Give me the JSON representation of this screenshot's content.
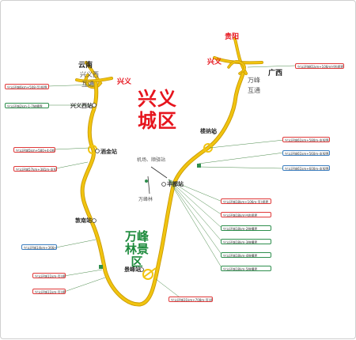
{
  "map_title": "兴义城区",
  "scenic_area": "万峰林景区",
  "places": {
    "yunnan": "云南",
    "xingyi_left": "兴义",
    "guiyang": "贵阳",
    "xingyi_right": "兴义",
    "guangxi": "广西",
    "airport": "机场、顺驿站",
    "wanfenglin_small": "万峰林"
  },
  "interchanges": {
    "xingyi_west_chars": [
      "兴",
      "义",
      "西"
    ],
    "huhtong_chars": [
      "互",
      "通"
    ],
    "wanfeng_chars": [
      "万",
      "峰"
    ],
    "huhtong2_chars": [
      "互",
      "通"
    ]
  },
  "stations": {
    "xingyi_west": "兴义西站",
    "jiujin": "酒金站",
    "dunnan": "敦南站",
    "fengbo": "丰都站",
    "jingfeng": "景峰站",
    "yangna": "楼纳站"
  },
  "labels": {
    "l1": "兴义环城6km+508-页)规界",
    "l2": "兴义环城2km-1-7隧槽界",
    "l3": "兴义环城5km+580+4-0规界",
    "l4": "兴义环城57km+381m-4(规界",
    "l5": "兴义环城14km+366m页规界",
    "l6": "兴义环城11km-页)规界",
    "l7": "兴义环城11km-页)规界",
    "l8": "兴义环城31km+708m-页)规界",
    "r1": "兴义环城61km+106m兴利规界",
    "r2": "兴义环城61km+580m-4(规界",
    "r3": "兴义环城61km+560m-4(规界",
    "r4": "兴义环城61km+600m-4(规界",
    "r5": "兴义环城18km+106m-页(规界",
    "r6": "兴义环城18km兴收规界",
    "r7": "兴义环城18km-2隧槽界",
    "r8": "兴义环城18km-3隧槽界",
    "r9": "兴义环城18km-4隧槽界",
    "r10": "兴义环城18km-5隧槽界"
  },
  "colors": {
    "road_fill": "#f1c40f",
    "road_edge": "#c99a06",
    "title_red": "#e6141d",
    "scenic_green": "#1d8a3c",
    "red_box": "#e03a3a",
    "green_box": "#2f8f4e",
    "blue_box": "#3e7fbf",
    "leader": "#4a8a4a"
  }
}
